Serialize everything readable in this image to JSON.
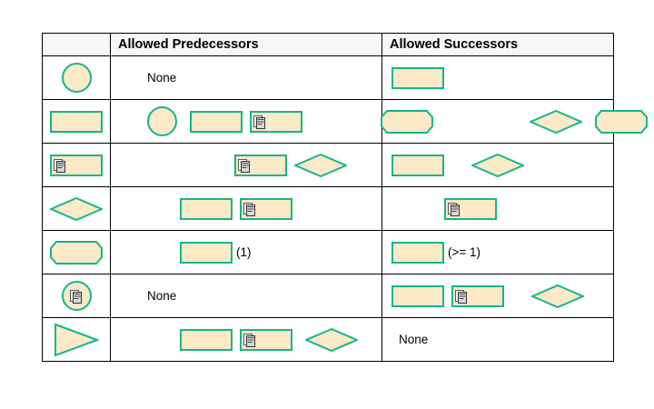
{
  "table": {
    "headers": {
      "shape_col": "",
      "predecessors": "Allowed Predecessors",
      "successors": "Allowed Successors"
    },
    "none_label": "None",
    "colors": {
      "shape_fill": "#fce9c6",
      "shape_stroke": "#13b68b",
      "header_background": "#f7f7f7",
      "grid_line": "#000000",
      "text": "#000000"
    },
    "rows": [
      {
        "shape": "circle",
        "shape_name": "start-node",
        "predecessors_text": "None",
        "successors_text": ""
      },
      {
        "shape": "rectangle",
        "shape_name": "process-node",
        "predecessors_text": "",
        "successors_text": ""
      },
      {
        "shape": "rectangle-with-marker",
        "shape_name": "subprocess-node",
        "predecessors_text": "",
        "successors_text": ""
      },
      {
        "shape": "diamond",
        "shape_name": "decision-node",
        "predecessors_text": "",
        "successors_text": ""
      },
      {
        "shape": "octagon",
        "shape_name": "terminator-node",
        "predecessors_text": "",
        "successors_text": "",
        "predecessors_qualifier": "(1)",
        "successors_qualifier": "(>= 1)"
      },
      {
        "shape": "circle-with-marker",
        "shape_name": "start-subprocess-node",
        "predecessors_text": "None",
        "successors_text": ""
      },
      {
        "shape": "triangle",
        "shape_name": "trigger-node",
        "predecessors_text": "",
        "successors_text": "None"
      }
    ],
    "icons": {
      "marker": "subprocess-marker-icon"
    }
  }
}
